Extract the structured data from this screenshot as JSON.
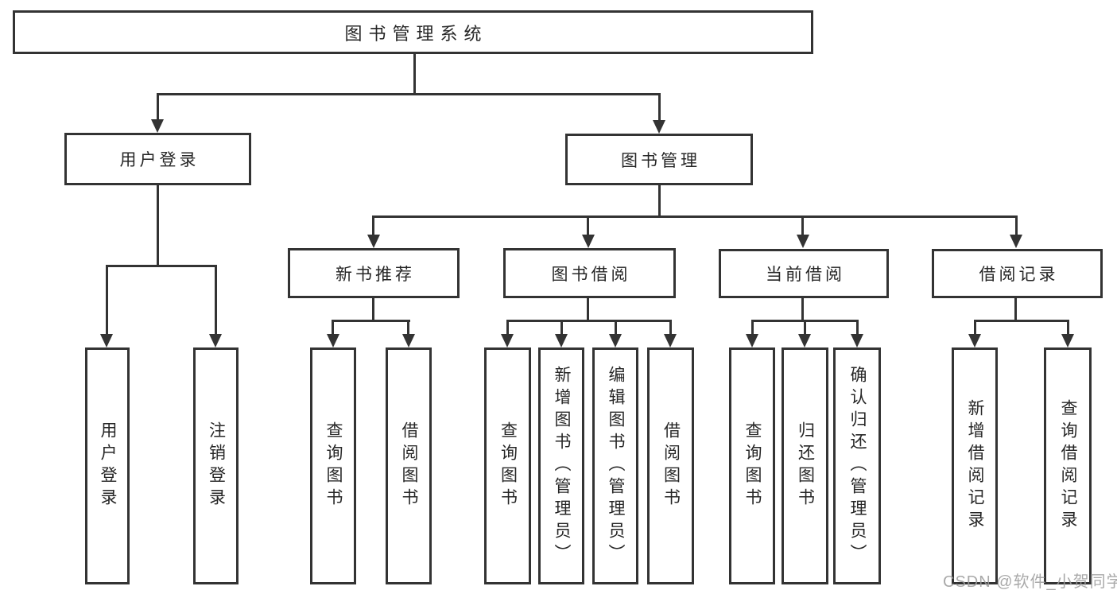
{
  "tree": {
    "root": {
      "label": "图书管理系统",
      "children": [
        {
          "label": "用户登录",
          "children": [
            {
              "label": "用户登录"
            },
            {
              "label": "注销登录"
            }
          ]
        },
        {
          "label": "图书管理",
          "children": [
            {
              "label": "新书推荐",
              "children": [
                {
                  "label": "查询图书"
                },
                {
                  "label": "借阅图书"
                }
              ]
            },
            {
              "label": "图书借阅",
              "children": [
                {
                  "label": "查询图书"
                },
                {
                  "label": "新增图书（管理员）"
                },
                {
                  "label": "编辑图书（管理员）"
                },
                {
                  "label": "借阅图书"
                }
              ]
            },
            {
              "label": "当前借阅",
              "children": [
                {
                  "label": "查询图书"
                },
                {
                  "label": "归还图书"
                },
                {
                  "label": "确认归还（管理员）"
                }
              ]
            },
            {
              "label": "借阅记录",
              "children": [
                {
                  "label": "新增借阅记录"
                },
                {
                  "label": "查询借阅记录"
                }
              ]
            }
          ]
        }
      ]
    }
  },
  "watermark": {
    "text": "CSDN @软件_小贺同学"
  },
  "colors": {
    "line": "#333333",
    "box_border": "#333333",
    "text": "#262626",
    "background": "#ffffff",
    "watermark": "#9e9e9e"
  }
}
